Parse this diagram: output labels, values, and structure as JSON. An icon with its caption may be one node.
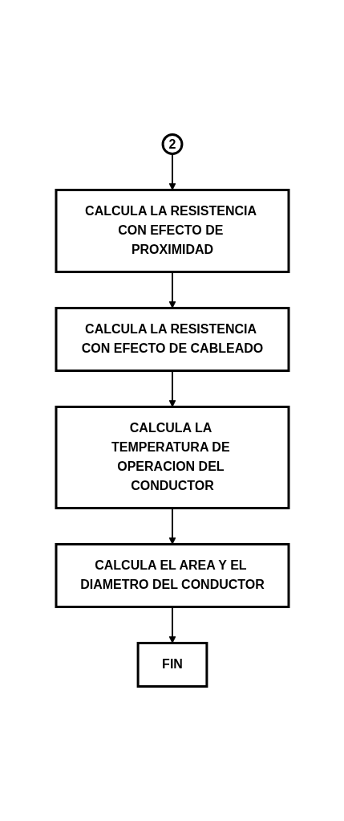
{
  "diagram": {
    "nodes": [
      {
        "text": [
          "2"
        ]
      },
      {
        "text": [
          "CALCULA LA RESISTENCIA CON EFECTO DE PROXIMIDAD"
        ]
      },
      {
        "text": [
          "CALCULA LA RESISTENCIA CON EFECTO DE CABLEADO"
        ]
      },
      {
        "text": [
          "CALCULA LA TEMPERATURA DE OPERACION DEL CONDUCTOR"
        ]
      },
      {
        "text": [
          "CALCULA EL AREA Y EL DIAMETRO DEL CONDUCTOR"
        ]
      },
      {
        "text": [
          "FIN"
        ]
      }
    ],
    "edges": [
      {
        "from": 0,
        "to": 1,
        "arrow": "to"
      },
      {
        "from": 1,
        "to": 2,
        "arrow": "to"
      },
      {
        "from": 2,
        "to": 3,
        "arrow": "to"
      },
      {
        "from": 3,
        "to": 4,
        "arrow": "to"
      },
      {
        "from": 4,
        "to": 5,
        "arrow": "to"
      }
    ]
  }
}
